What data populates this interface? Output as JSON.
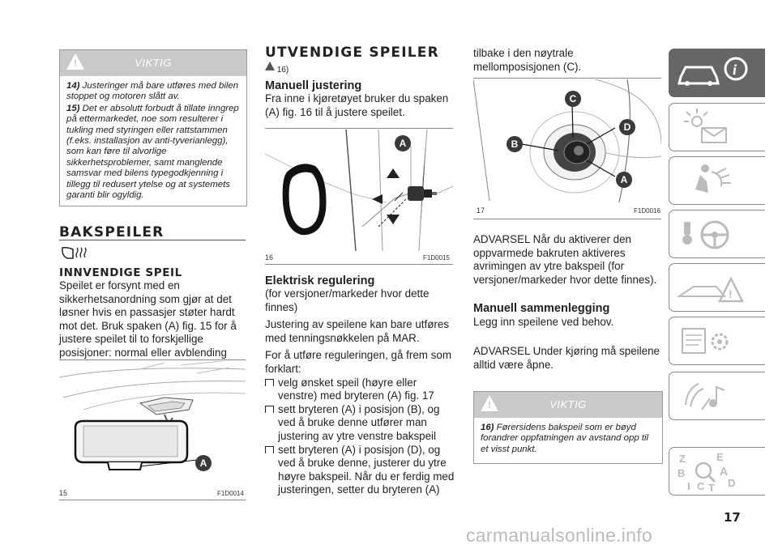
{
  "col1": {
    "viktig_box": {
      "title": "VIKTIG",
      "notes": [
        {
          "num": "14)",
          "text": "Justeringer må bare utføres med bilen stoppet og motoren slått av."
        },
        {
          "num": "15)",
          "text": "Det er absolutt forbudt å tillate inngrep på ettermarkedet, noe som resulterer i tukling med styringen eller rattstammen (f.eks. installasjon av anti-tyverianlegg), som kan føre til alvorlige sikkerhetsproblemer, samt manglende samsvar med bilens typegodkjenning i tillegg til redusert ytelse og at systemets garanti blir ogyldig."
        }
      ]
    },
    "section_title": "BAKSPEILER",
    "subsection_title": "INNVENDIGE SPEIL",
    "body": "Speilet er forsynt med en sikkerhetsanordning som gjør at det løsner hvis en passasjer støter hardt mot det. Bruk spaken (A) fig. 15 for å justere speilet til to forskjellige posisjoner: normal eller avblending",
    "figure": {
      "number": "15",
      "code": "F1D0014",
      "callout": "A"
    }
  },
  "col2": {
    "section_title": "UTVENDIGE SPEILER",
    "warning_ref": "16)",
    "heading": "Manuell justering",
    "intro": "Fra inne i kjøretøyet bruker du spaken (A) fig. 16 til å justere speilet.",
    "figure": {
      "number": "16",
      "code": "F1D0015",
      "callout": "A"
    },
    "electric_heading": "Elektrisk regulering",
    "electric_p1": "(for versjoner/markeder hvor dette finnes)",
    "electric_p2": "Justering av speilene kan bare utføres med tenningsnøkkelen på MAR.",
    "electric_p3": "For å utføre reguleringen, gå frem som forklart:",
    "bullets": [
      "velg ønsket speil (høyre eller venstre) med bryteren (A) fig. 17",
      "sett bryteren (A) i posisjon (B), og ved å bruke denne utfører man justering av ytre venstre bakspeil",
      "sett bryteren (A) i posisjon (D), og ved å bruke denne, justerer du ytre høyre bakspeil. Når du er ferdig med justeringen, setter du bryteren (A)"
    ]
  },
  "col3": {
    "continuation": "tilbake i den nøytrale mellomposisjonen (C).",
    "figure": {
      "number": "17",
      "code": "F1D0016",
      "callouts": [
        "C",
        "D",
        "B",
        "A"
      ]
    },
    "advarsel1": "ADVARSEL Når du aktiverer den oppvarmede bakruten aktiveres avrimingen av ytre bakspeil (for versjoner/markeder hvor dette finnes).",
    "heading": "Manuell sammenlegging",
    "fold_text": "Legg inn speilene ved behov.",
    "advarsel2": "ADVARSEL Under kjøring må speilene alltid være åpne.",
    "viktig_box": {
      "title": "VIKTIG",
      "notes": [
        {
          "num": "16)",
          "text": "Førersidens bakspeil som er bøyd forandrer oppfatningen av avstand opp til et visst punkt."
        }
      ]
    }
  },
  "sidebar": {
    "tabs": [
      {
        "icon": "car-info-icon",
        "active": true
      },
      {
        "icon": "dashboard-lights-icon",
        "active": false
      },
      {
        "icon": "airbag-safety-icon",
        "active": false
      },
      {
        "icon": "steering-key-icon",
        "active": false
      },
      {
        "icon": "road-warning-icon",
        "active": false
      },
      {
        "icon": "maintenance-gears-icon",
        "active": false
      },
      {
        "icon": "multimedia-icon",
        "active": false
      },
      {
        "icon": "index-letters-icon",
        "active": false
      }
    ],
    "index_letters": "Z E B A I C T D"
  },
  "page_number": "17",
  "watermark": "carmanualsonline.info",
  "colors": {
    "active_tab": "#666666",
    "box_header": "#c9c9c9",
    "callout": "#3a3a3a"
  }
}
